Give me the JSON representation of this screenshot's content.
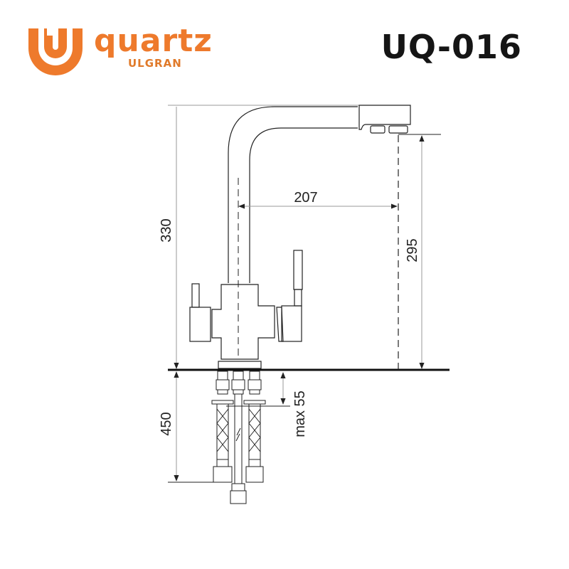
{
  "header": {
    "brand_name": "quartz",
    "brand_sub": "ULGRAN",
    "brand_color": "#ee7a2c",
    "model": "UQ-016"
  },
  "dimensions": {
    "total_height": "330",
    "spout_reach": "207",
    "spout_clearance": "295",
    "hose_length": "450",
    "max_countertop": "max 55"
  },
  "colors": {
    "line": "#222222",
    "dim_line": "#9a9a9a",
    "brand": "#ee7a2c"
  }
}
